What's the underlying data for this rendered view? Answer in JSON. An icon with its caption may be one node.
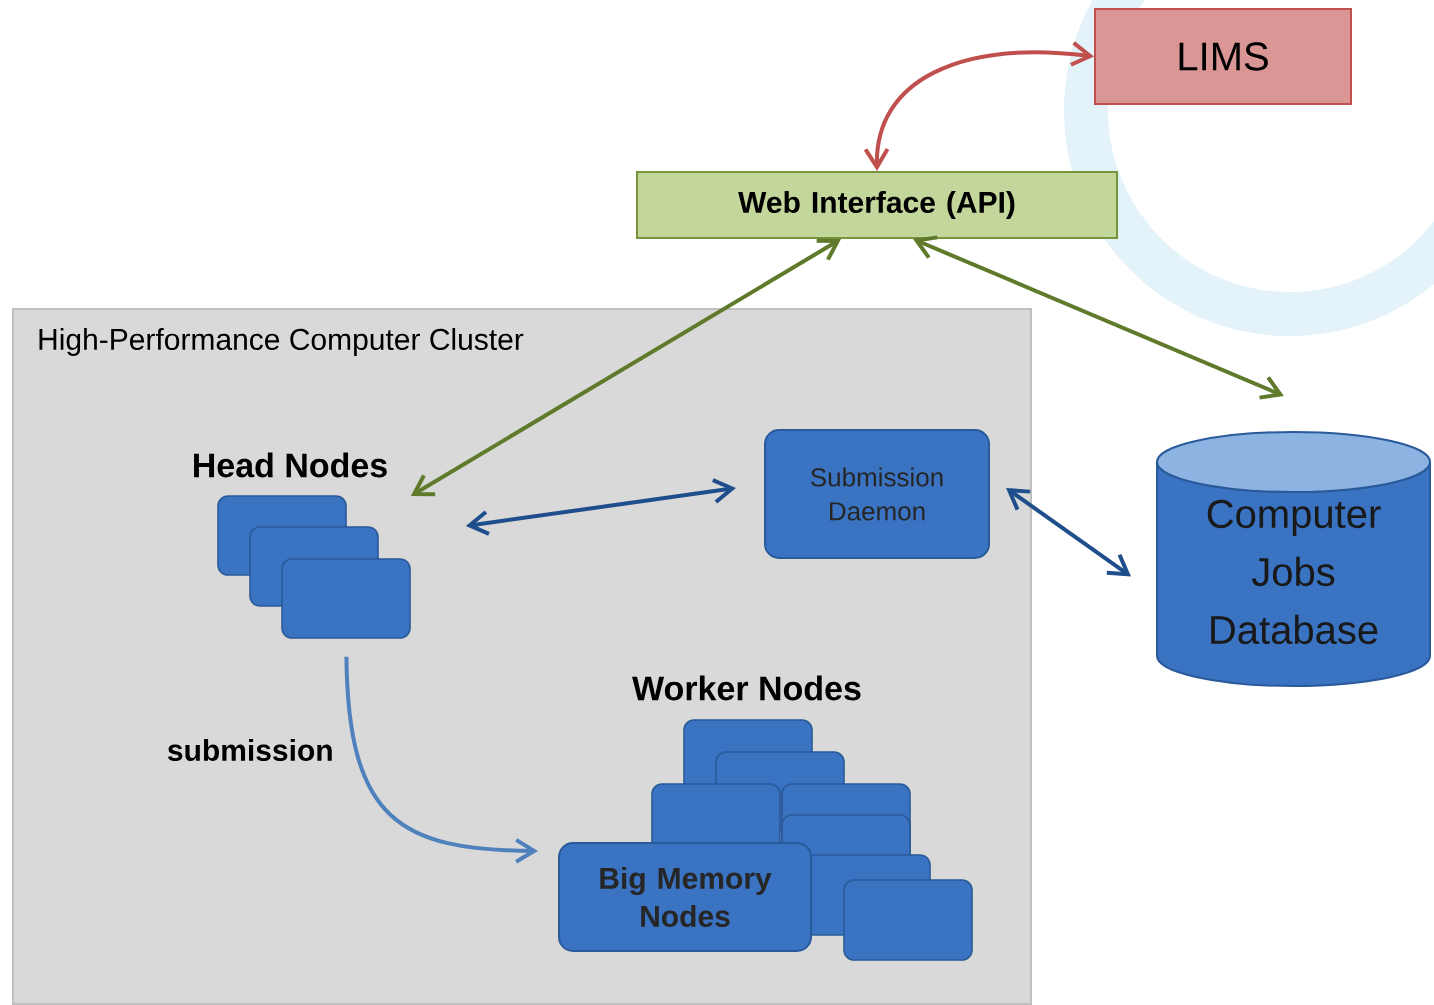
{
  "diagram": {
    "nodes": [
      {
        "text": [
          "LIMS"
        ]
      },
      {
        "text": [
          "Web Interface (API)"
        ]
      },
      {
        "text": [
          "High-Performance Computer Cluster"
        ]
      },
      {
        "text": [
          "Head Nodes"
        ],
        "in": 2
      },
      {
        "text": [
          "Submission Daemon"
        ],
        "in": 2
      },
      {
        "text": [
          "Worker Nodes"
        ],
        "in": 2
      },
      {
        "text": [
          "Big Memory Nodes"
        ],
        "in": 2
      },
      {
        "text": [
          "Computer Jobs Database"
        ]
      }
    ],
    "edges": [
      {
        "from": 0,
        "to": 1,
        "arrow": "both",
        "color": "#c0504d"
      },
      {
        "from": 1,
        "to": 3,
        "arrow": "both",
        "color": "#5f7a2a"
      },
      {
        "from": 1,
        "to": 7,
        "arrow": "both",
        "color": "#5f7a2a"
      },
      {
        "from": 3,
        "to": 4,
        "arrow": "both",
        "color": "#1f4e8c"
      },
      {
        "from": 4,
        "to": 7,
        "arrow": "both",
        "color": "#1f4e8c"
      },
      {
        "from": 3,
        "to": 6,
        "label": "submission",
        "arrow": "to",
        "color": "#4f81bd"
      }
    ]
  }
}
